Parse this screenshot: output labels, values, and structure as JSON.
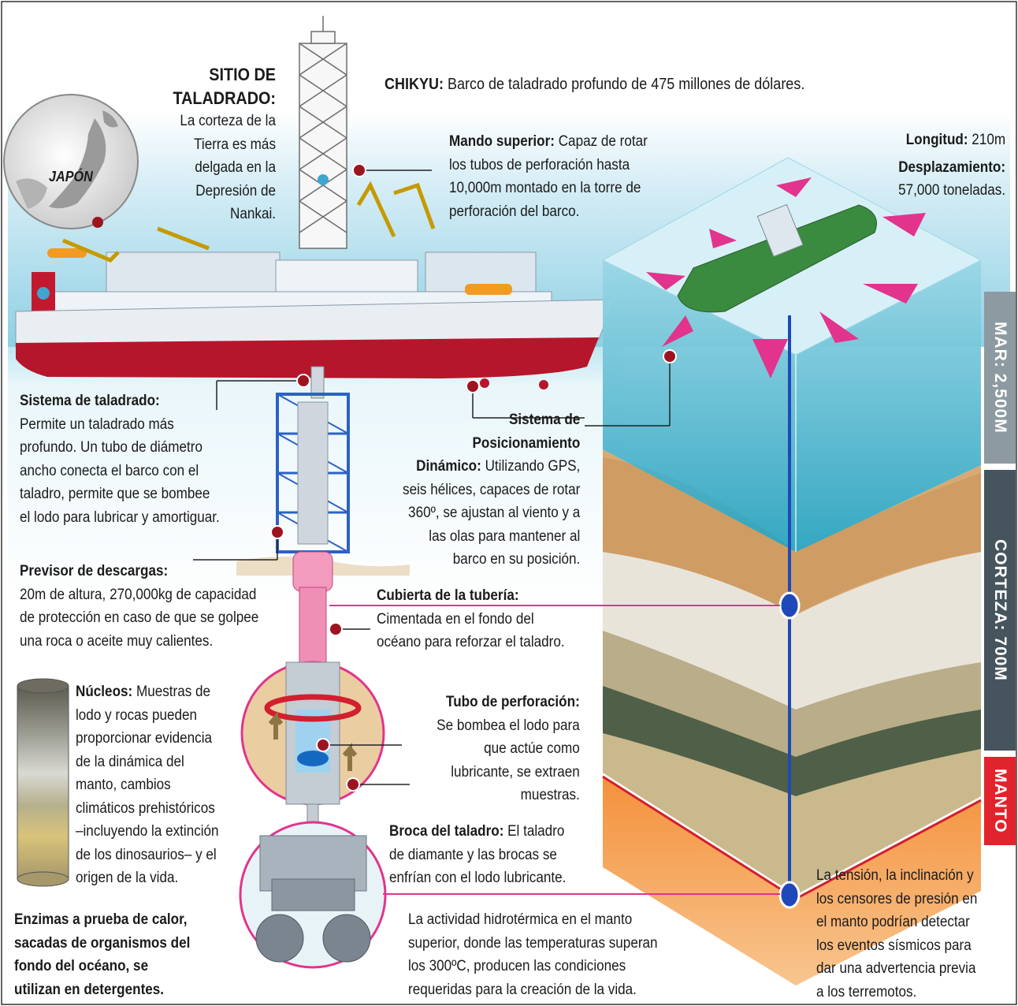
{
  "colors": {
    "sea": "#3fb1c9",
    "hull_red": "#b5162b",
    "pink": "#e2348c",
    "mar_bar": "#8d9aa1",
    "corteza_bar": "#46555d",
    "manto_bar": "#e1232b",
    "rock": "#d7aa72"
  },
  "map": {
    "label": "JAPÓN"
  },
  "sitio": {
    "title_1": "SITIO DE",
    "title_2": "TALADRADO:",
    "l1": "La corteza de la",
    "l2": "Tierra es más",
    "l3": "delgada en la",
    "l4": "Depresión de",
    "l5": "Nankai."
  },
  "chikyu": {
    "title": "CHIKYU:",
    "text": "Barco de taladrado profundo de 475 millones de dólares."
  },
  "mando": {
    "title": "Mando superior:",
    "l1": "Capaz de rotar",
    "l2": "los tubos de perforación hasta",
    "l3": "10,000m montado en la torre de",
    "l4": "perforación del barco."
  },
  "specs": {
    "longitud_label": "Longitud:",
    "longitud_value": "210m",
    "desplaz_label": "Desplazamiento:",
    "desplaz_value": "57,000 toneladas."
  },
  "sistema_taladrado": {
    "title": "Sistema de taladrado:",
    "l1": "Permite un taladrado más",
    "l2": "profundo. Un tubo de diámetro",
    "l3": "ancho conecta el barco con el",
    "l4": "taladro, permite que se bombee",
    "l5": "el lodo para lubricar y amortiguar."
  },
  "posicionamiento": {
    "t1": "Sistema de",
    "t2": "Posicionamiento",
    "t3": "Dinámico:",
    "l1": "Utilizando GPS,",
    "l2": "seis hélices, capaces de rotar",
    "l3": "360º, se ajustan al viento y a",
    "l4": "las olas para mantener al",
    "l5": "barco en su posición."
  },
  "previsor": {
    "title": "Previsor de descargas:",
    "l1": "20m de altura, 270,000kg de capacidad",
    "l2": "de protección en caso de que se golpee",
    "l3": "una roca o aceite muy calientes."
  },
  "cubierta": {
    "title": "Cubierta de la tubería:",
    "l1": "Cimentada en el fondo del",
    "l2": "océano para reforzar el taladro."
  },
  "nucleos": {
    "title": "Núcleos:",
    "l1": "Muestras de",
    "l2": "lodo y rocas pueden",
    "l3": "proporcionar evidencia",
    "l4": "de la dinámica del",
    "l5": "manto, cambios",
    "l6": "climáticos prehistóricos",
    "l7": "–incluyendo la extinción",
    "l8": "de los dinosaurios– y el",
    "l9": "origen de la vida."
  },
  "tubo": {
    "title": "Tubo de perforación:",
    "l1": "Se bombea el lodo para",
    "l2": "que actúe como",
    "l3": "lubricante, se extraen",
    "l4": "muestras."
  },
  "broca": {
    "title": "Broca del taladro:",
    "l1": "El taladro",
    "l2": "de diamante y las brocas se",
    "l3": "enfrían con el lodo lubricante."
  },
  "enzimas": {
    "l1": "Enzimas a prueba de calor,",
    "l2": "sacadas de organismos del",
    "l3": "fondo del océano, se",
    "l4": "utilizan en detergentes."
  },
  "hidrotermica": {
    "l1": "La actividad hidrotérmica en el manto",
    "l2": "superior, donde las temperaturas superan",
    "l3": "los 300ºC, producen las condiciones",
    "l4": "requeridas para la creación de la vida."
  },
  "tension": {
    "l1": "La tensión, la inclinación y",
    "l2": "los censores de presión en",
    "l3": "el manto podrían detectar",
    "l4": "los eventos sísmicos para",
    "l5": "dar una advertencia previa",
    "l6": "a los terremotos."
  },
  "layers": {
    "mar": "MAR: 2,500M",
    "corteza": "CORTEZA: 700M",
    "manto": "MANTO"
  }
}
